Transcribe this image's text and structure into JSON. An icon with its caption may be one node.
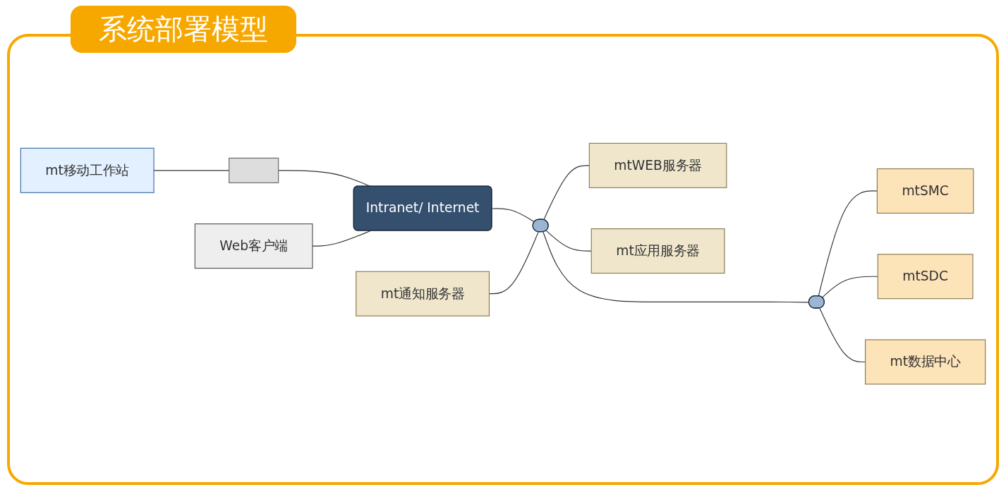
{
  "diagram": {
    "title": "系统部署模型",
    "nodes": [
      {
        "text": [
          "mt移动工作站"
        ]
      },
      {
        "text": [],
        "shape": "box"
      },
      {
        "text": [
          "mt通知服务器"
        ]
      },
      {
        "text": [
          "Intranet/ Internet"
        ]
      },
      {
        "text": [],
        "shape": "bar"
      },
      {
        "text": [],
        "shape": "bar"
      },
      {
        "text": [
          "mtSMC"
        ]
      },
      {
        "text": [
          "mtSDC"
        ]
      },
      {
        "text": [
          "Web客户端"
        ]
      },
      {
        "text": [
          "mtWEB服务器"
        ]
      },
      {
        "text": [
          "mt应用服务器"
        ]
      },
      {
        "text": [
          "mt数据中心"
        ]
      }
    ],
    "edges": [
      {
        "from": 0,
        "to": 1,
        "arrow": "none"
      },
      {
        "from": 1,
        "to": 3,
        "arrow": "none"
      },
      {
        "from": 3,
        "to": 4,
        "arrow": "none"
      },
      {
        "from": 2,
        "to": 4,
        "arrow": "none"
      },
      {
        "from": 4,
        "to": 5,
        "arrow": "none"
      },
      {
        "from": 5,
        "to": 6,
        "arrow": "none"
      },
      {
        "from": 5,
        "to": 7,
        "arrow": "none"
      },
      {
        "from": 8,
        "to": 3,
        "arrow": "none"
      },
      {
        "from": 4,
        "to": 9,
        "arrow": "none"
      },
      {
        "from": 4,
        "to": 10,
        "arrow": "none"
      },
      {
        "from": 5,
        "to": 11,
        "arrow": "none"
      }
    ]
  }
}
